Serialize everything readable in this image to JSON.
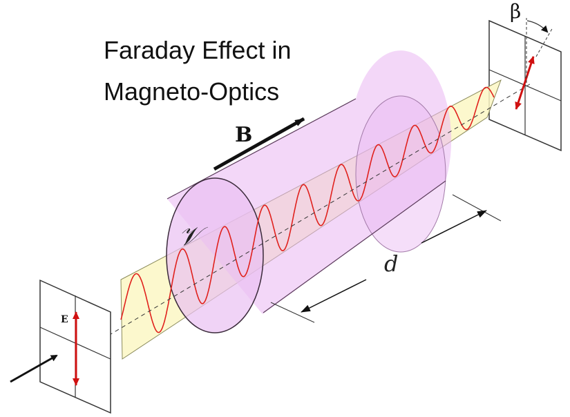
{
  "title": {
    "line1": "Faraday Effect in",
    "line2": "Magneto-Optics"
  },
  "labels": {
    "magnetic_field": "B",
    "medium": "𝒱",
    "length": "d",
    "electric_field": "E",
    "rotation_angle": "β"
  },
  "colors": {
    "wave": "#e0201c",
    "field_arrow": "#d01010",
    "plane_fill": "#fbf7c4",
    "plane_stroke": "#8a8a5a",
    "cylinder_fill": "#e9b6f2",
    "cylinder_stroke": "#6a3a6a",
    "outline": "#222222"
  }
}
